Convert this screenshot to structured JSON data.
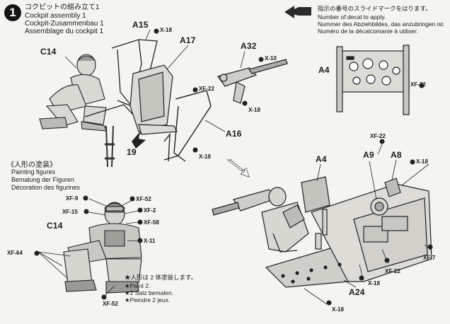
{
  "header": {
    "step_number": "1",
    "title_jp": "コクピットの組み立て1",
    "title_en": "Cockpit assembly 1",
    "title_de": "Cockpit-Zusammenbau 1",
    "title_fr": "Assemblage du cockpit 1"
  },
  "decal_note": {
    "jp": "指示の番号のスライドマークをはります。",
    "en": "Number of decal to apply.",
    "de": "Nummer des Abziehbildes, das anzubringen ist.",
    "fr": "Numéro de la décalcomanie à utiliser."
  },
  "painting": {
    "jp": "《人形の塗装》",
    "en": "Painting figures",
    "de": "Bemalung der Figuren",
    "fr": "Décoration des figurines"
  },
  "paint_note": {
    "jp": "★人形は 2 体塗装します。",
    "en": "★Paint 2.",
    "de": "★2 Satz bemalen.",
    "fr": "★Peindre 2 jeux."
  },
  "parts": {
    "a15": "A15",
    "a17": "A17",
    "a32": "A32",
    "c14_top": "C14",
    "a4_top": "A4",
    "a16": "A16",
    "c14_bottom": "C14",
    "a4_bottom": "A4",
    "a9": "A9",
    "a8": "A8",
    "a24": "A24",
    "step_ref": "19"
  },
  "paint_codes": {
    "x18_a15": "X-18",
    "xf22_a17": "XF-22",
    "x10_a32": "X-10",
    "x18_a32": "X-18",
    "xf22_a4": "XF-22",
    "x18_a16": "X-18",
    "xf9": "XF-9",
    "xf52_top": "XF-52",
    "xf15": "XF-15",
    "xf2": "XF-2",
    "xf58": "XF-58",
    "x11": "X-11",
    "xf64": "XF-64",
    "xf52_bottom": "XF-52",
    "xf22_a9": "XF-22",
    "x18_a8": "X-18",
    "xf7": "XF-7",
    "xf22_bottom": "XF-22",
    "x18_floor": "X-18",
    "x18_bottom": "X-18"
  }
}
